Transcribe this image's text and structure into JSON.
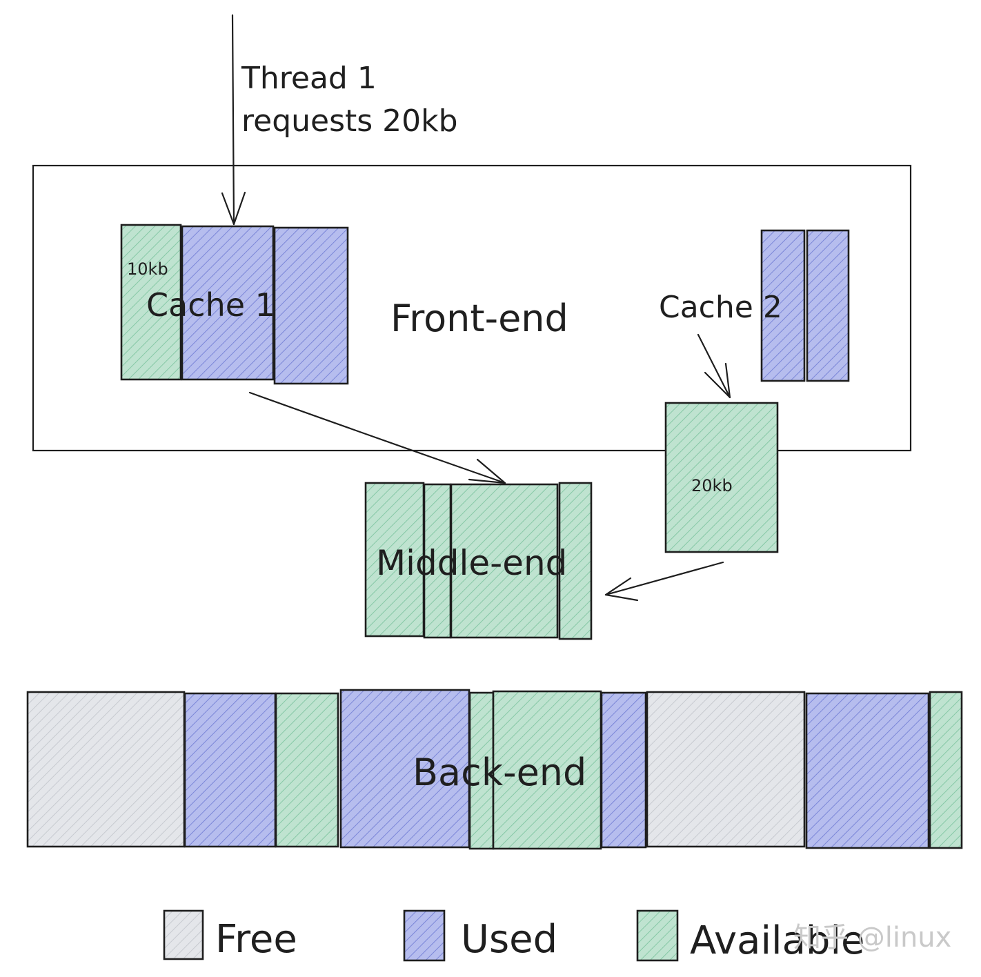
{
  "colors": {
    "free": "#e4e6ea",
    "used": "#b6bdee",
    "available": "#bfe3d0",
    "free_hatch": "#c7cad0",
    "used_hatch": "#7b86d8",
    "available_hatch": "#86c8a6",
    "ink": "#1e1e1e"
  },
  "request": {
    "line1": "Thread 1",
    "line2": "requests 20kb"
  },
  "frontend": {
    "label": "Front-end",
    "cache1_label": "Cache 1",
    "cache1_block_label": "10kb",
    "cache2_label": "Cache 2"
  },
  "middleend": {
    "label": "Middle-end",
    "block_label": "20kb"
  },
  "backend": {
    "label": "Back-end"
  },
  "legend": {
    "free": "Free",
    "used": "Used",
    "available": "Available"
  },
  "watermark": "知乎 @linux"
}
